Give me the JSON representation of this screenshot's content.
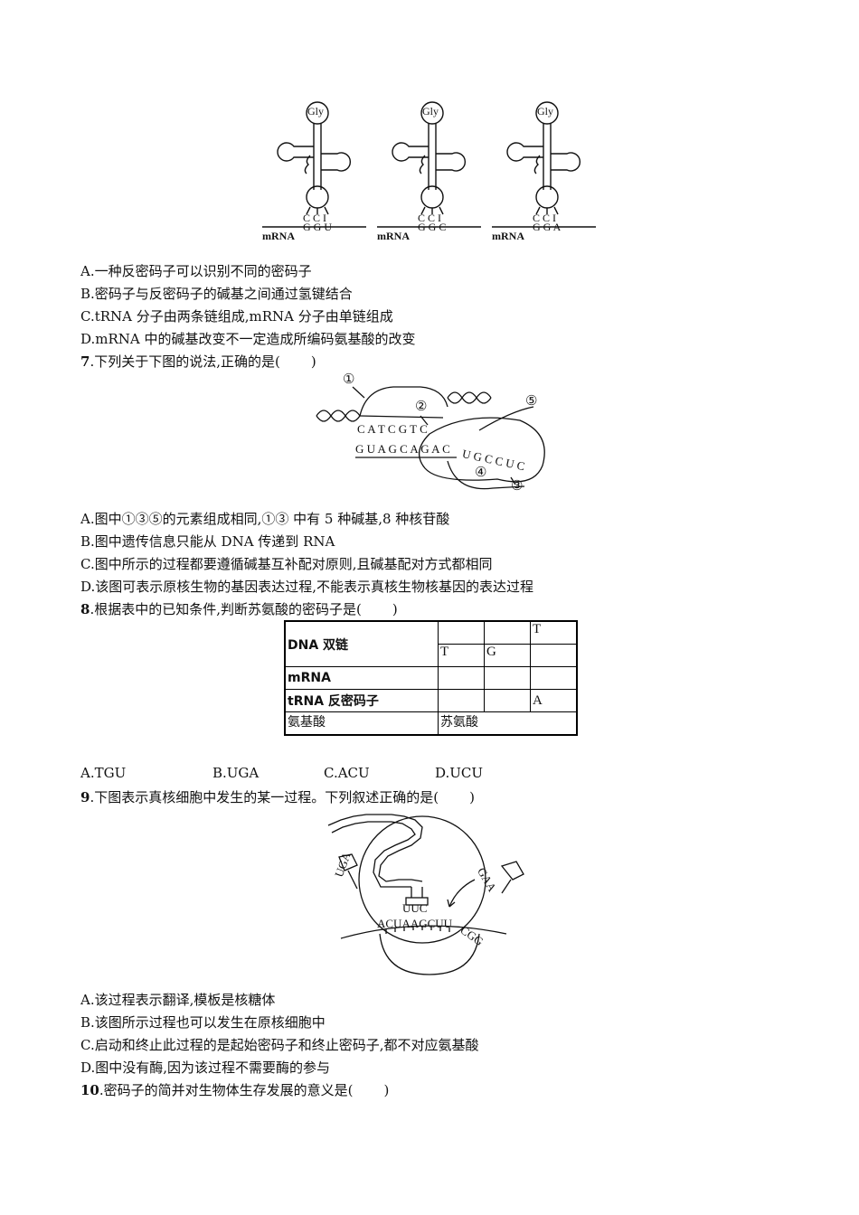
{
  "fig1": {
    "items": [
      {
        "aa": "Gly",
        "anticodon": "C C I",
        "codon": "G G U",
        "strand": "mRNA"
      },
      {
        "aa": "Gly",
        "anticodon": "C C I",
        "codon": "G G C",
        "strand": "mRNA"
      },
      {
        "aa": "Gly",
        "anticodon": "C C I",
        "codon": "G G A",
        "strand": "mRNA"
      }
    ]
  },
  "q6": {
    "options": [
      "A.一种反密码子可以识别不同的密码子",
      "B.密码子与反密码子的碱基之间通过氢键结合",
      "C.tRNA 分子由两条链组成,mRNA 分子由单链组成",
      "D.mRNA 中的碱基改变不一定造成所编码氨基酸的改变"
    ]
  },
  "q7": {
    "number": "7",
    "stem": ".下列关于下图的说法,正确的是(",
    "close": ")",
    "figure": {
      "labels": [
        "①",
        "②",
        "③",
        "④",
        "⑤"
      ],
      "top_seq": "C A T C G T C",
      "bottom_seq": "G U A G C A G A C",
      "tail_seq": "U G C C U C"
    },
    "options": [
      "A.图中①③⑤的元素组成相同,①③ 中有 5 种碱基,8 种核苷酸",
      "B.图中遗传信息只能从 DNA 传递到 RNA",
      "C.图中所示的过程都要遵循碱基互补配对原则,且碱基配对方式都相同",
      "D.该图可表示原核生物的基因表达过程,不能表示真核生物核基因的表达过程"
    ]
  },
  "q8": {
    "number": "8",
    "stem": ".根据表中的已知条件,判断苏氨酸的密码子是(",
    "close": ")",
    "table": {
      "row_dna": "DNA 双链",
      "dna_top": [
        "",
        "",
        "T"
      ],
      "dna_bottom": [
        "T",
        "G",
        ""
      ],
      "row_mrna": "mRNA",
      "row_trna": "tRNA 反密码子",
      "trna": [
        "",
        "",
        "A"
      ],
      "row_aa": "氨基酸",
      "aa": "苏氨酸"
    },
    "options": [
      "A.TGU",
      "B.UGA",
      "C.ACU",
      "D.UCU"
    ]
  },
  "q9": {
    "number": "9",
    "stem": ".下图表示真核细胞中发生的某一过程。下列叙述正确的是(",
    "close": ")",
    "figure": {
      "mrna_seq": "ACUAAGCUU",
      "anticodon": "UUC",
      "left_trna": "UGA",
      "right_trna": "GAA",
      "exit_codon": "CGG"
    },
    "options": [
      "A.该过程表示翻译,模板是核糖体",
      "B.该图所示过程也可以发生在原核细胞中",
      "C.启动和终止此过程的是起始密码子和终止密码子,都不对应氨基酸",
      "D.图中没有酶,因为该过程不需要酶的参与"
    ]
  },
  "q10": {
    "number": "10",
    "stem": ".密码子的简并对生物体生存发展的意义是(",
    "close": ")"
  }
}
